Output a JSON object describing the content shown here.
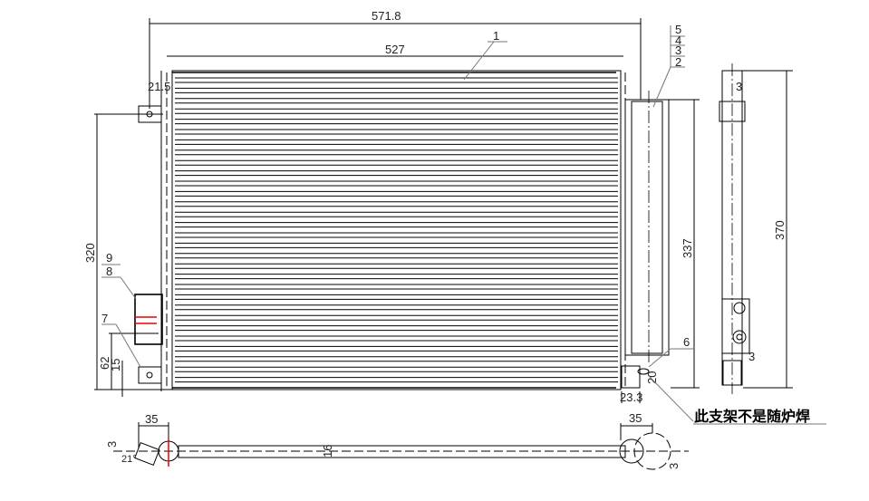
{
  "dimensions": {
    "overall_width": "571.8",
    "core_width": "527",
    "bracket_offset": "21.5",
    "bracket_spacing": "320",
    "bracket_height_62": "62",
    "bracket_height_15": "15",
    "header_height": "337",
    "overall_height": "370",
    "side_3_top": "3",
    "side_3_bottom": "3",
    "bracket_20": "20",
    "bracket_23_3": "23.3",
    "bottom_left_35": "35",
    "bottom_right_35": "35",
    "thickness_16": "16",
    "bottom_left_3": "3",
    "bottom_right_3": "3",
    "angle": "21°"
  },
  "balloons": [
    "1",
    "2",
    "3",
    "4",
    "5",
    "6",
    "7",
    "8",
    "9"
  ],
  "note": "此支架不是随炉焊",
  "colors": {
    "line": "#000000",
    "leader": "#777777",
    "highlight": "#e00000"
  }
}
